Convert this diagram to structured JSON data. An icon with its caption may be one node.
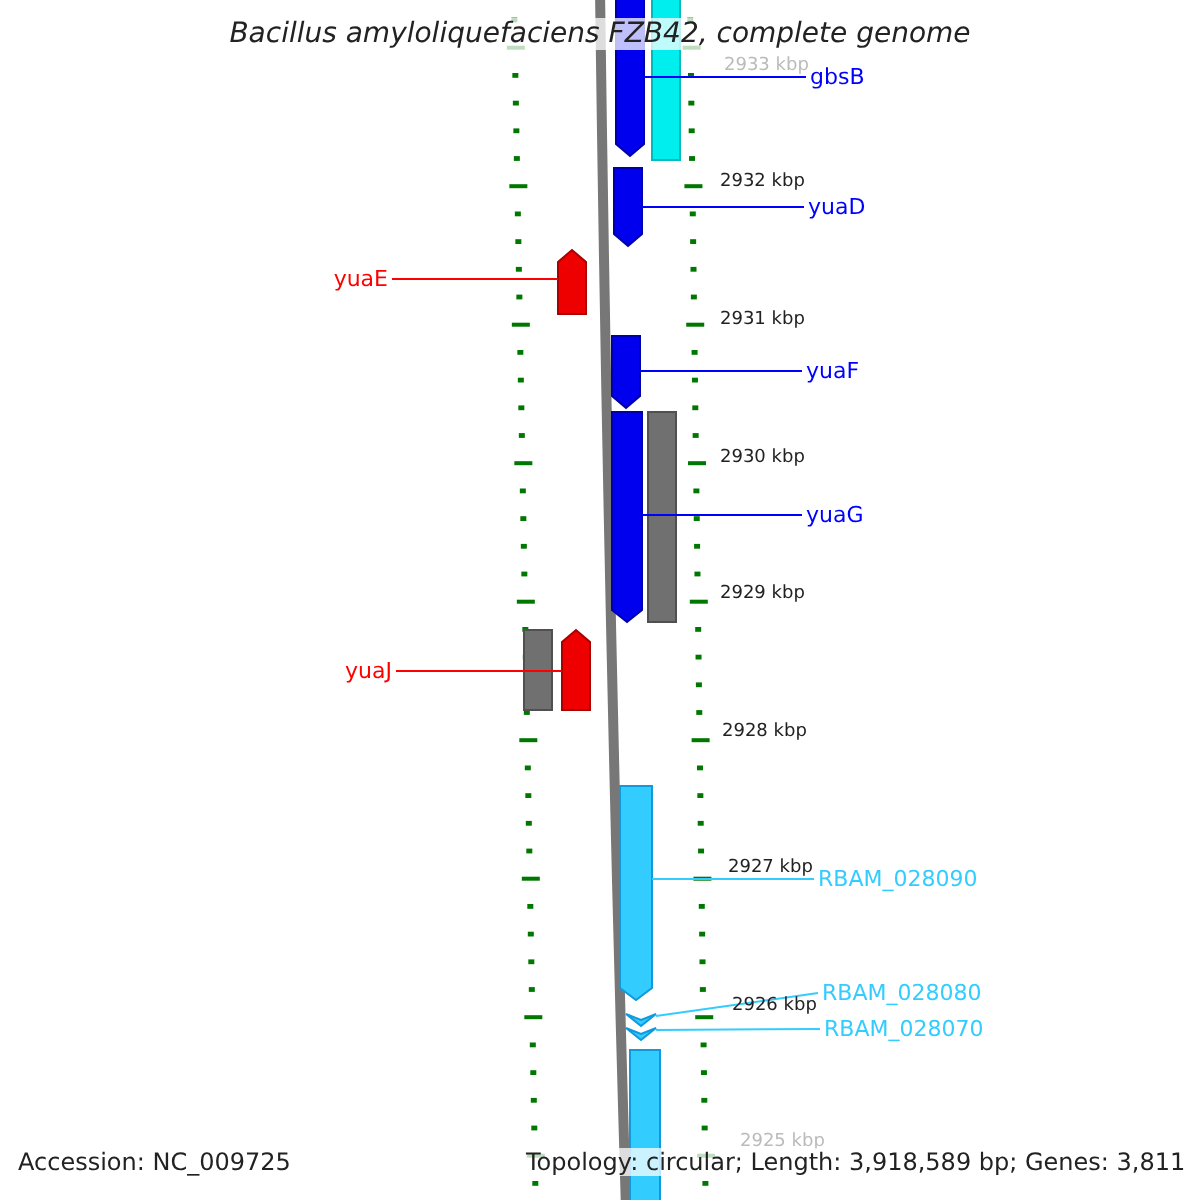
{
  "diagram": {
    "title": "Bacillus amyloliquefaciens FZB42, complete genome",
    "nodes": [
      {
        "text": [
          "gbsB"
        ]
      },
      {
        "text": [],
        "shape": "arrow"
      },
      {
        "text": [
          "yuaD"
        ]
      },
      {
        "text": [],
        "shape": "arrow"
      },
      {
        "text": [
          "yuaE"
        ]
      },
      {
        "text": [],
        "shape": "arrow"
      },
      {
        "text": [
          "yuaF"
        ]
      },
      {
        "text": [],
        "shape": "arrow"
      },
      {
        "text": [
          "yuaG"
        ]
      },
      {
        "text": [],
        "shape": "arrow"
      },
      {
        "text": [
          "yuaJ"
        ]
      },
      {
        "text": [],
        "shape": "arrow"
      },
      {
        "text": [
          "RBAM_028090"
        ]
      },
      {
        "text": [],
        "shape": "arrow"
      },
      {
        "text": [
          "RBAM_028080"
        ]
      },
      {
        "text": [],
        "shape": "arrow"
      },
      {
        "text": [
          "RBAM_028070"
        ]
      },
      {
        "text": [],
        "shape": "arrow"
      },
      {
        "text": [],
        "shape": "box"
      },
      {
        "text": [],
        "shape": "box"
      },
      {
        "text": [],
        "shape": "box"
      },
      {
        "text": [],
        "shape": "box"
      }
    ],
    "edges": [
      {
        "from": 0,
        "to": 1,
        "arrow": "none"
      },
      {
        "from": 2,
        "to": 3,
        "arrow": "none"
      },
      {
        "from": 4,
        "to": 5,
        "arrow": "none",
        "color": "#ff0000"
      },
      {
        "from": 6,
        "to": 7,
        "arrow": "none"
      },
      {
        "from": 8,
        "to": 9,
        "arrow": "none"
      },
      {
        "from": 10,
        "to": 11,
        "arrow": "none",
        "color": "#ff0000"
      },
      {
        "from": 12,
        "to": 13,
        "arrow": "none",
        "color": "#33ccff"
      },
      {
        "from": 14,
        "to": 15,
        "arrow": "none",
        "color": "#33ccff"
      },
      {
        "from": 16,
        "to": 17,
        "arrow": "none",
        "color": "#33ccff"
      }
    ],
    "labels": [
      "2933 kbp",
      "2932 kbp",
      "2931 kbp",
      "2930 kbp",
      "2929 kbp",
      "2928 kbp",
      "2927 kbp",
      "2926 kbp",
      "2925 kbp",
      "Accession: NC_009725",
      "Topology: circular; Length: 3,918,589 bp; Genes: 3,811"
    ]
  }
}
